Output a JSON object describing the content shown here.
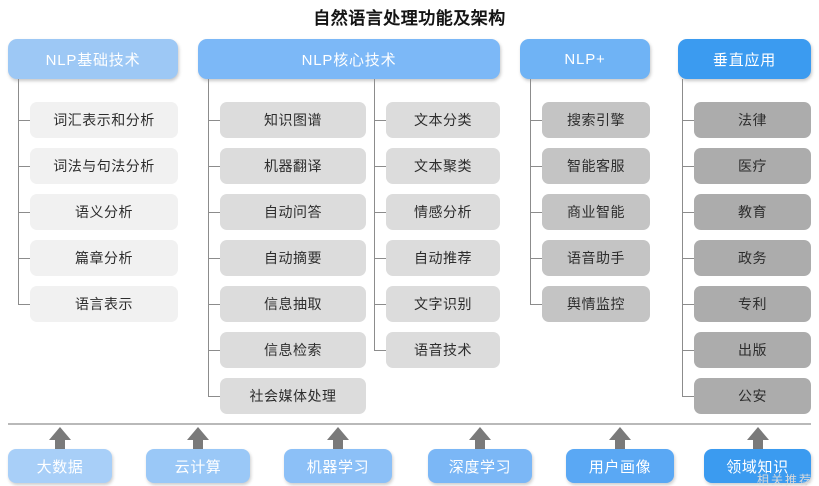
{
  "title": "自然语言处理功能及架构",
  "colors": {
    "header_basic": "#9dc8f5",
    "header_core": "#7cb8f7",
    "header_plus": "#6fb3f5",
    "header_vertical": "#3b9bf0",
    "item_light": "#f1f1f1",
    "item_mid": "#dcdcdc",
    "item_dark": "#c4c4c4",
    "item_darker": "#acacac",
    "connector": "#8c8c8c",
    "arrow": "#7a7a7a",
    "divider": "#b9b9b9"
  },
  "columns": [
    {
      "header": "NLP基础技术",
      "items": [
        "词汇表示和分析",
        "词法与句法分析",
        "语义分析",
        "篇章分析",
        "语言表示"
      ]
    },
    {
      "header": "NLP核心技术",
      "items": [
        "知识图谱",
        "机器翻译",
        "自动问答",
        "自动摘要",
        "信息抽取",
        "信息检索",
        "社会媒体处理"
      ]
    },
    {
      "header": "",
      "items": [
        "文本分类",
        "文本聚类",
        "情感分析",
        "自动推荐",
        "文字识别",
        "语音技术"
      ]
    },
    {
      "header": "NLP+",
      "items": [
        "搜索引擎",
        "智能客服",
        "商业智能",
        "语音助手",
        "舆情监控"
      ]
    },
    {
      "header": "垂直应用",
      "items": [
        "法律",
        "医疗",
        "教育",
        "政务",
        "专利",
        "出版",
        "公安"
      ]
    }
  ],
  "foundation": {
    "items": [
      "大数据",
      "云计算",
      "机器学习",
      "深度学习",
      "用户画像",
      "领域知识"
    ],
    "colors": [
      "#a8cff8",
      "#9ac8f7",
      "#8cc0f7",
      "#7bb7f6",
      "#5aa8f4",
      "#3b9bf0"
    ]
  },
  "watermark": "相关推荐"
}
